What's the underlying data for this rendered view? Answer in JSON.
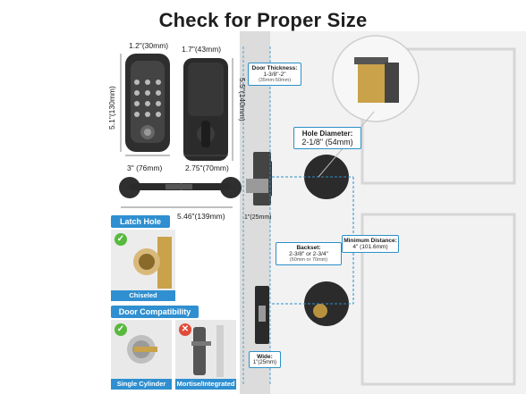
{
  "title": "Check for Proper Size",
  "dimensions": {
    "exterior_thickness": "1.2\"(30mm)",
    "interior_thickness": "1.7\"(43mm)",
    "exterior_height": "5.1\"(130mm)",
    "interior_height": "5.5\"(140mm)",
    "exterior_width": "3\" (76mm)",
    "interior_width": "2.75\"(70mm)",
    "lever_length": "5.46\"(139mm)",
    "latch_plate_width": "1\"(25mm)"
  },
  "callouts": {
    "door_thickness_title": "Door Thickness:",
    "door_thickness_value": "1-3/8\"-2\"",
    "door_thickness_mm": "(35mm-50mm)",
    "hole_diameter_title": "Hole Diameter:",
    "hole_diameter_value": "2-1/8\" (54mm)",
    "backset_title": "Backset:",
    "backset_value": "2-3/8\" or 2-3/4\"",
    "backset_mm": "(60mm or 70mm)",
    "min_distance_title": "Minimum Distance:",
    "min_distance_value": "4\" (101.6mm)",
    "wide_title": "Wide:",
    "wide_value": "1\"(25mm)"
  },
  "panels": {
    "latch_hole": "Latch Hole",
    "chiseled": "Chiseled",
    "door_compat": "Door Compatibility",
    "single_cylinder": "Single Cylinder",
    "mortise": "Mortise/Integrated"
  },
  "colors": {
    "accent": "#2f8fd0",
    "ok": "#58b93e",
    "bad": "#e14a3b",
    "brass": "#c9a24a"
  }
}
